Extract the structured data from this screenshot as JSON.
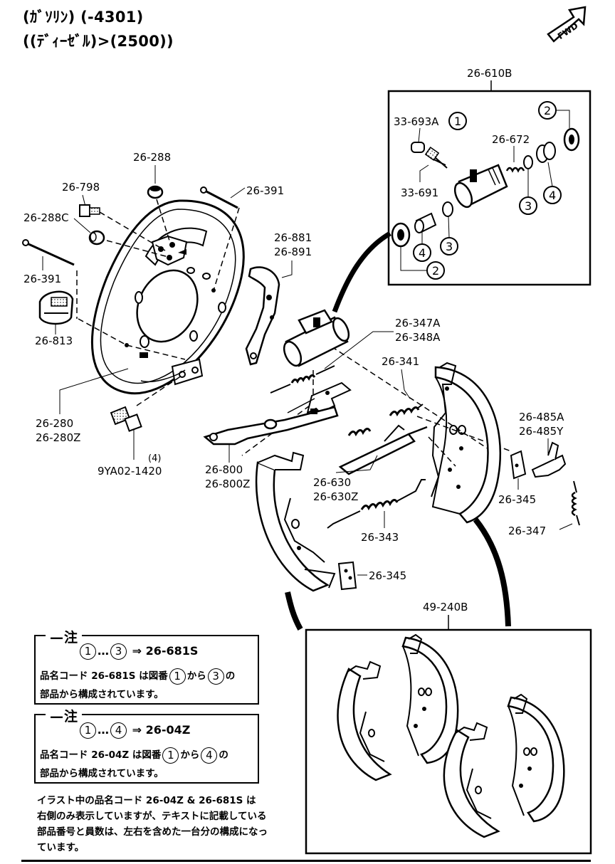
{
  "header": {
    "line1": "(ｶﾞｿﾘﾝ) (-4301)",
    "line2": "((ﾃﾞｨｰｾﾞﾙ)>(2500))"
  },
  "fwd_label": "FWD",
  "parts": {
    "p26_610B": "26-610B",
    "p33_693A": "33-693A",
    "p26_672": "26-672",
    "p33_691": "33-691",
    "p26_288": "26-288",
    "p26_798": "26-798",
    "p26_391_top": "26-391",
    "p26_288C": "26-288C",
    "p26_881": "26-881",
    "p26_891": "26-891",
    "p26_391_left": "26-391",
    "p26_813": "26-813",
    "p26_347A": "26-347A",
    "p26_348A": "26-348A",
    "p26_341": "26-341",
    "p26_280": "26-280",
    "p26_280Z": "26-280Z",
    "qty4": "(4)",
    "p9YA02_1420": "9YA02-1420",
    "p26_485A": "26-485A",
    "p26_485Y": "26-485Y",
    "p26_800": "26-800",
    "p26_800Z": "26-800Z",
    "p26_630": "26-630",
    "p26_630Z": "26-630Z",
    "p26_345_right": "26-345",
    "p26_343": "26-343",
    "p26_347": "26-347",
    "p26_345_bottom": "26-345",
    "p49_240B": "49-240B"
  },
  "callouts": {
    "c1": "1",
    "c2": "2",
    "c3": "3",
    "c4": "4"
  },
  "note1": {
    "tag": "注",
    "from": "1",
    "to": "3",
    "range_sep": "…",
    "arrow": "⇒",
    "code": "26-681S",
    "text2_a": "品名コード 26-681S は図番",
    "text2_b": "から",
    "text2_c": "の",
    "text3": "部品から構成されています。"
  },
  "note2": {
    "tag": "注",
    "from": "1",
    "to": "4",
    "range_sep": "…",
    "arrow": "⇒",
    "code": "26-04Z",
    "text2_a": "品名コード 26-04Z は図番",
    "text2_b": "から",
    "text2_c": "の",
    "text3": "部品から構成されています。"
  },
  "footnote": {
    "line1": "イラスト中の品名コード 26-04Z & 26-681S は",
    "line2": "右側のみ表示していますが、テキストに記載している",
    "line3": "部品番号と員数は、左右を含めた一台分の構成になっ",
    "line4": "ています。"
  }
}
